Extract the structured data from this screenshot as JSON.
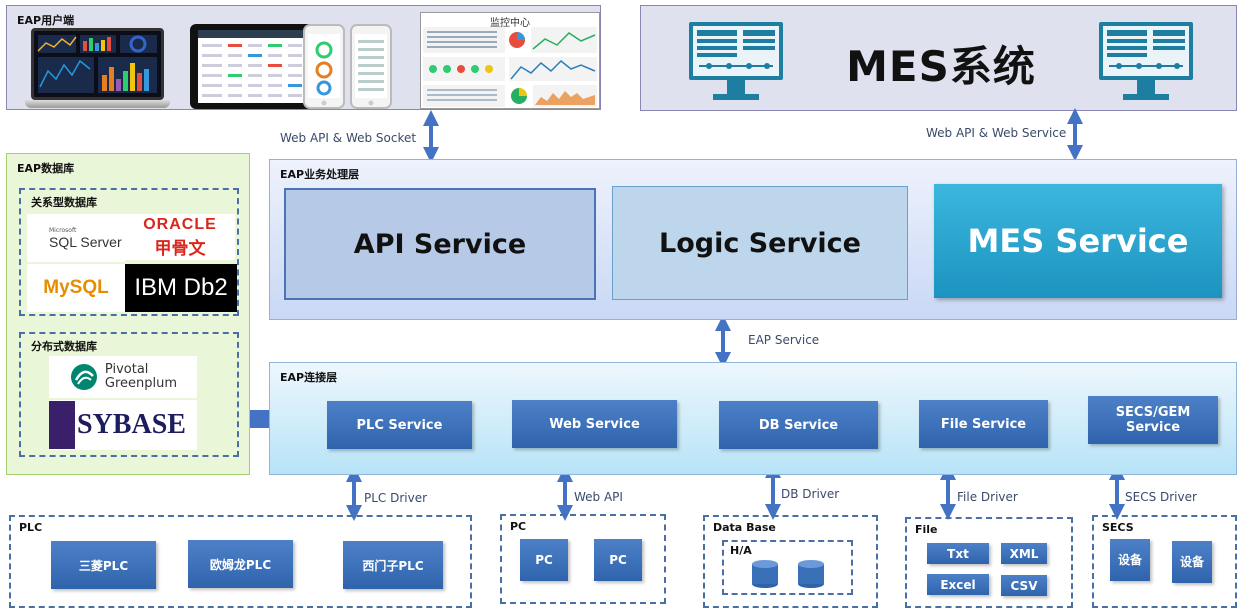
{
  "eap_client": {
    "title": "EAP用户端",
    "monitor_title": "监控中心"
  },
  "mes": {
    "title": "MES系统"
  },
  "links": {
    "client_api": "Web API & Web Socket",
    "mes_api": "Web API & Web Service",
    "eap_service": "EAP Service"
  },
  "business_layer": {
    "title": "EAP业务处理层",
    "api_service": "API Service",
    "logic_service": "Logic Service",
    "mes_service": "MES Service"
  },
  "database": {
    "title": "EAP数据库",
    "relational_title": "关系型数据库",
    "distributed_title": "分布式数据库",
    "logos": {
      "sqlserver_small": "Microsoft",
      "sqlserver": "SQL Server",
      "oracle": "ORACLE",
      "oracle_cn": "甲骨文",
      "mysql": "MySQL",
      "db2": "IBM Db2",
      "pivotal": "Pivotal",
      "greenplum": "Greenplum",
      "sybase": "SYBASE"
    }
  },
  "connection_layer": {
    "title": "EAP连接层",
    "services": [
      "PLC Service",
      "Web Service",
      "DB Service",
      "File Service",
      "SECS/GEM Service"
    ]
  },
  "drivers": {
    "plc": "PLC Driver",
    "web": "Web API",
    "db": "DB Driver",
    "file": "File Driver",
    "secs": "SECS Driver"
  },
  "devices": {
    "plc": {
      "title": "PLC",
      "items": [
        "三菱PLC",
        "欧姆龙PLC",
        "西门子PLC"
      ]
    },
    "pc": {
      "title": "PC",
      "items": [
        "PC",
        "PC"
      ]
    },
    "database": {
      "title": "Data Base",
      "ha": "H/A"
    },
    "file": {
      "title": "File",
      "items": [
        "Txt",
        "XML",
        "Excel",
        "CSV"
      ]
    },
    "secs": {
      "title": "SECS",
      "items": [
        "设备",
        "设备"
      ]
    }
  },
  "colors": {
    "service_blue": "#3a6fb8",
    "mes_service": "#1fa6d0",
    "db_panel": "#eaf6d8",
    "arrow": "#4472c4"
  }
}
